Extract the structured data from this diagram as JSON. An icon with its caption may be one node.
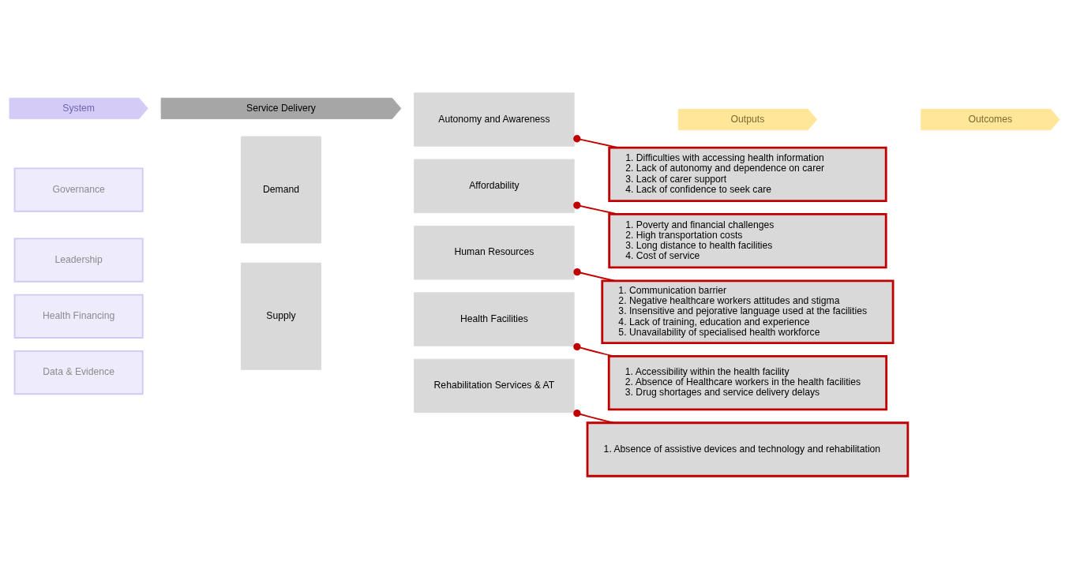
{
  "diagram": {
    "nodes": [
      {
        "text": [
          "System"
        ]
      },
      {
        "text": [
          "Service Delivery"
        ]
      },
      {
        "text": [
          "Outputs"
        ]
      },
      {
        "text": [
          "Outcomes"
        ]
      },
      {
        "text": [
          "Governance"
        ]
      },
      {
        "text": [
          "Demand"
        ]
      },
      {
        "text": [
          "Autonomy and Awareness"
        ]
      },
      {
        "text": [
          "1. Difficulties with accessing health information",
          "2. Lack of autonomy and dependence on carer",
          "3. Lack of carer support",
          "4. Lack of confidence to seek care"
        ]
      },
      {
        "text": [
          "Affordability"
        ]
      },
      {
        "text": [
          "1. Poverty and financial challenges",
          "2. High transportation costs",
          "3. Long distance to health facilities",
          "4. Cost of service"
        ]
      },
      {
        "text": [
          "Leadership"
        ]
      },
      {
        "text": [
          "Supply"
        ]
      },
      {
        "text": [
          "Human Resources"
        ]
      },
      {
        "text": [
          "1. Communication barrier",
          "2. Negative healthcare workers attitudes and stigma",
          "3. Insensitive and pejorative language used at the facilities",
          "4. Lack of training, education and experience",
          "5. Unavailability of specialised health workforce"
        ]
      },
      {
        "text": [
          "Health Financing"
        ]
      },
      {
        "text": [
          "Health Facilities"
        ]
      },
      {
        "text": [
          "1. Accessibility within the health facility",
          "2. Absence of Healthcare workers in the health facilities",
          "3. Drug shortages and service delivery delays"
        ]
      },
      {
        "text": [
          "Data & Evidence"
        ]
      },
      {
        "text": [
          "Rehabilitation Services & AT"
        ]
      },
      {
        "text": [
          "1. Absence of assistive devices and technology and rehabilitation"
        ]
      }
    ],
    "edges": [
      {
        "from": 6,
        "to": 7,
        "arrow": "other",
        "color": "#c00000"
      },
      {
        "from": 8,
        "to": 9,
        "arrow": "other",
        "color": "#c00000"
      },
      {
        "from": 12,
        "to": 13,
        "arrow": "other",
        "color": "#c00000"
      },
      {
        "from": 15,
        "to": 16,
        "arrow": "other",
        "color": "#c00000"
      },
      {
        "from": 18,
        "to": 19,
        "arrow": "other",
        "color": "#c00000"
      }
    ]
  }
}
